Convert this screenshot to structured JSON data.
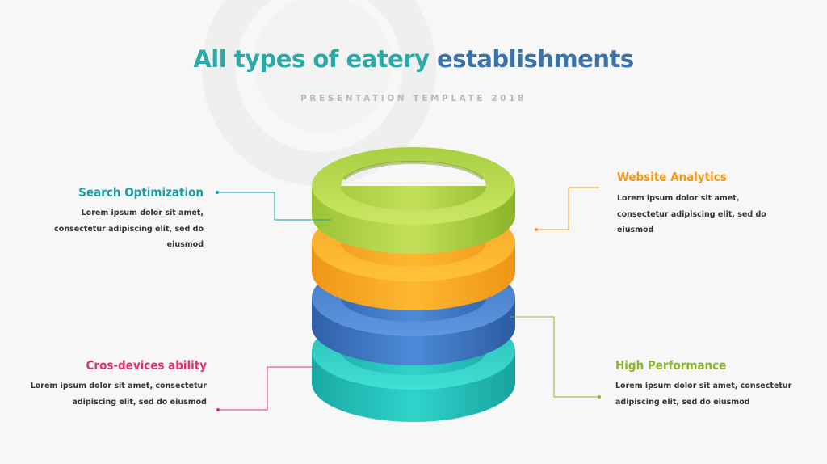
{
  "title": {
    "part1": "All types of eatery ",
    "part2": "establishments"
  },
  "subtitle": "PRESENTATION TEMPLATE 2018",
  "items": [
    {
      "heading": "Search Optimization",
      "body_lines": [
        "Lorem ipsum dolor sit amet,",
        "consectetur adipiscing elit, sed do",
        "eiusmod"
      ],
      "color": "#1a9fa0"
    },
    {
      "heading": "Website Analytics",
      "body_lines": [
        "Lorem ipsum dolor sit amet,",
        "consectetur adipiscing elit, sed do",
        "eiusmod"
      ],
      "color": "#f39a1b"
    },
    {
      "heading": "Cros-devices ability",
      "body_lines": [
        "Lorem ipsum dolor sit amet, consectetur",
        "adipiscing elit, sed do eiusmod"
      ],
      "color": "#e2306c"
    },
    {
      "heading": "High Performance",
      "body_lines": [
        "Lorem ipsum dolor sit amet, consectetur",
        "adipiscing elit, sed do eiusmod"
      ],
      "color": "#8db52c"
    }
  ],
  "rings": [
    {
      "name": "ring-green",
      "top_color": "#b4d84a",
      "side_color": "#8bb02c"
    },
    {
      "name": "ring-orange",
      "top_color": "#fdb72b",
      "side_color": "#f39a1b"
    },
    {
      "name": "ring-blue",
      "top_color": "#4f87d4",
      "side_color": "#3a6cb5"
    },
    {
      "name": "ring-teal",
      "top_color": "#33d0c8",
      "side_color": "#1fb3ad"
    }
  ]
}
